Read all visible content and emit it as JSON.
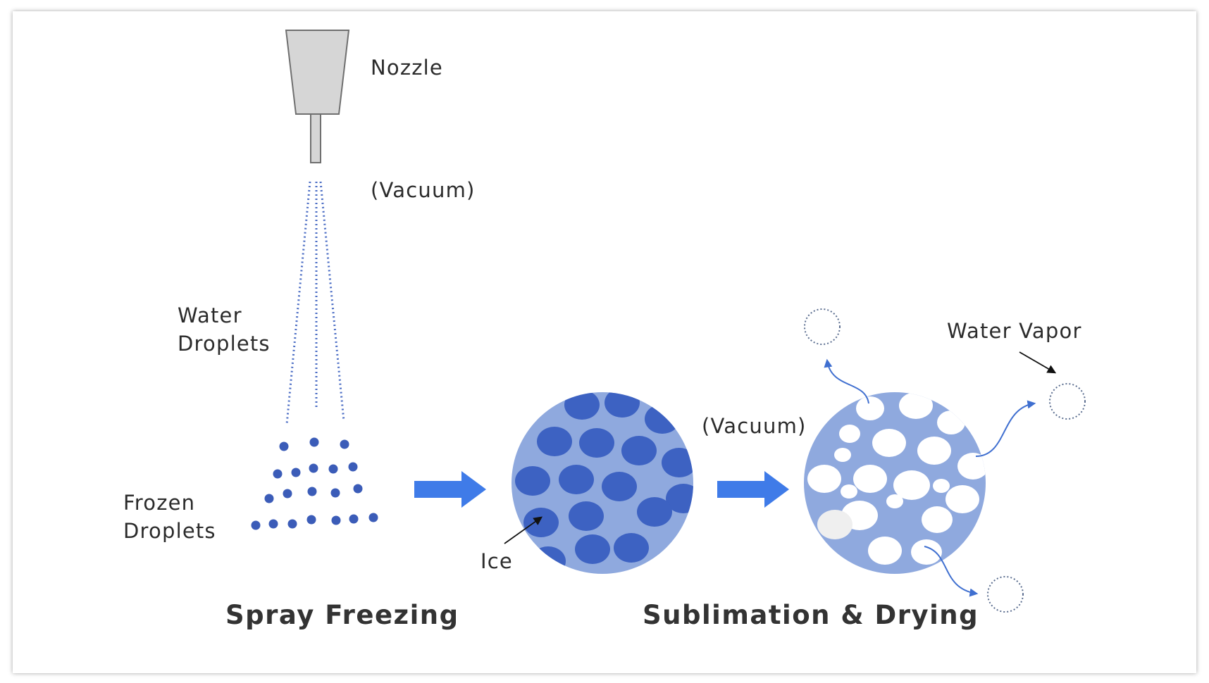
{
  "labels": {
    "nozzle": "Nozzle",
    "vacuum_top": "(Vacuum)",
    "water_droplets_1": "Water",
    "water_droplets_2": "Droplets",
    "frozen_droplets_1": "Frozen",
    "frozen_droplets_2": "Droplets",
    "ice": "Ice",
    "vacuum_mid": "(Vacuum)",
    "water_vapor": "Water Vapor"
  },
  "titles": {
    "spray_freezing": "Spray Freezing",
    "sublimation_drying": "Sublimation & Drying"
  },
  "colors": {
    "droplet": "#3b5cb8",
    "arrow": "#3f7be8",
    "particle_light": "#8fa9de",
    "ice_dark": "#3d62c2",
    "nozzle_fill": "#d6d6d6",
    "vapor_outline": "#5a6d8f"
  }
}
